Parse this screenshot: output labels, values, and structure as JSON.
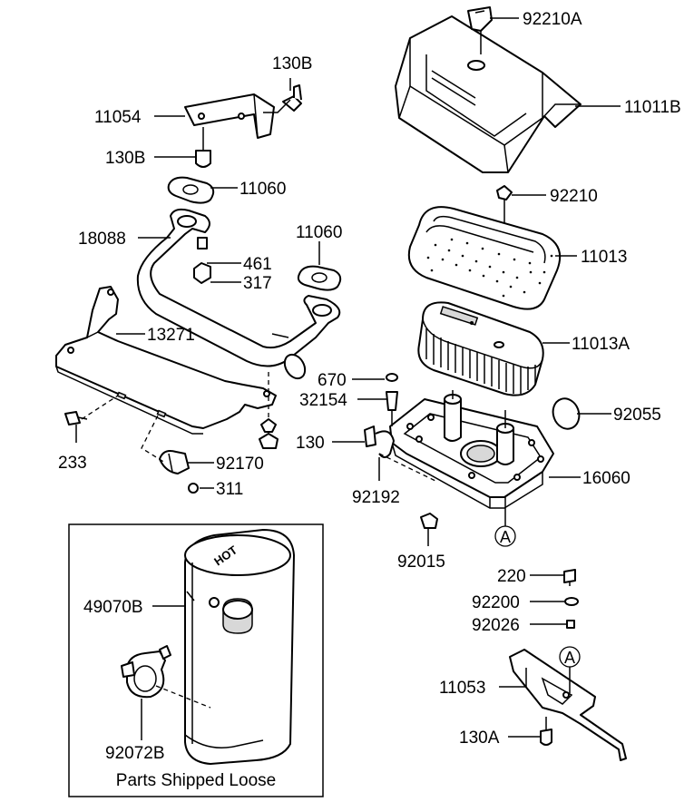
{
  "labels": {
    "p92210A": "92210A",
    "p11011B": "11011B",
    "p130B_top": "130B",
    "p11054": "11054",
    "p130B_mid": "130B",
    "p11060_a": "11060",
    "p92210": "92210",
    "p18088": "18088",
    "p11060_b": "11060",
    "p461": "461",
    "p317": "317",
    "p11013": "11013",
    "p13271": "13271",
    "p11013A": "11013A",
    "p670": "670",
    "p32154": "32154",
    "p92055": "92055",
    "p130": "130",
    "p233": "233",
    "p92170": "92170",
    "p16060": "16060",
    "p311": "311",
    "p92192": "92192",
    "p92015": "92015",
    "p220": "220",
    "p92200": "92200",
    "p92026": "92026",
    "p49070B": "49070B",
    "p11053": "11053",
    "p92072B": "92072B",
    "p130A": "130A"
  },
  "ref_marks": {
    "ref_a_upper": "A",
    "ref_a_lower": "A"
  },
  "box_caption": "Parts Shipped Loose",
  "muffler_logo_text": "HOT"
}
